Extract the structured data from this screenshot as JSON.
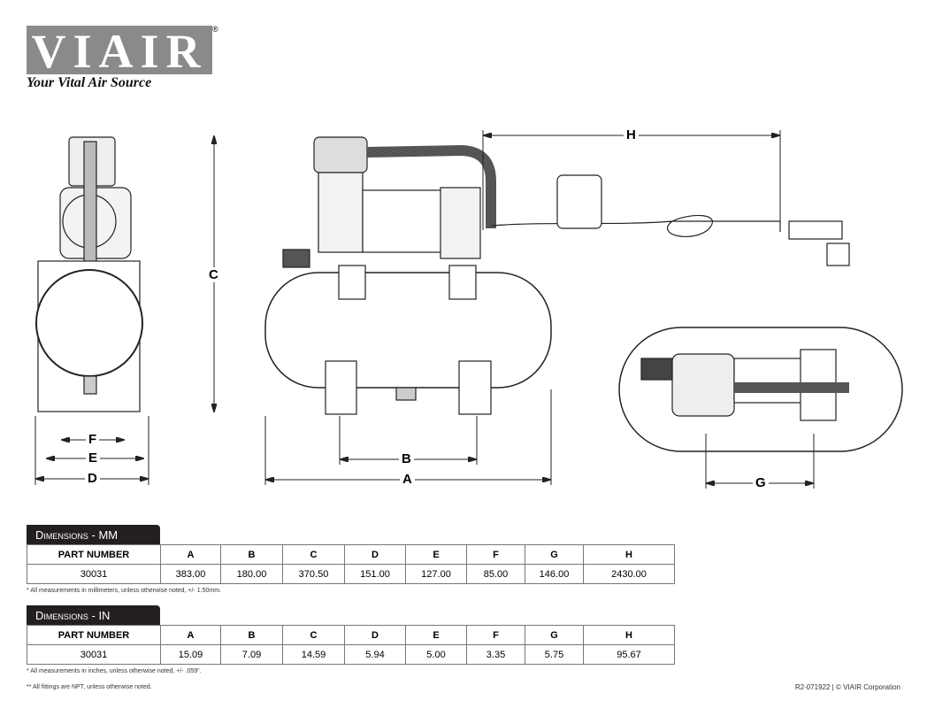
{
  "brand": {
    "name": "VIAIR",
    "tagline": "Your Vital Air Source"
  },
  "dimension_labels": {
    "A": "A",
    "B": "B",
    "C": "C",
    "D": "D",
    "E": "E",
    "F": "F",
    "G": "G",
    "H": "H"
  },
  "tables": [
    {
      "title": "Dimensions - MM",
      "headers": [
        "PART NUMBER",
        "A",
        "B",
        "C",
        "D",
        "E",
        "F",
        "G",
        "H"
      ],
      "row": [
        "30031",
        "383.00",
        "180.00",
        "370.50",
        "151.00",
        "127.00",
        "85.00",
        "146.00",
        "2430.00"
      ],
      "note": "* All measurements in millimeters, unless otherwise noted, +/- 1.50mm."
    },
    {
      "title": "Dimensions - IN",
      "headers": [
        "PART NUMBER",
        "A",
        "B",
        "C",
        "D",
        "E",
        "F",
        "G",
        "H"
      ],
      "row": [
        "30031",
        "15.09",
        "7.09",
        "14.59",
        "5.94",
        "5.00",
        "3.35",
        "5.75",
        "95.67"
      ],
      "note": "* All measurements in inches, unless otherwise noted, +/- .059\"."
    }
  ],
  "fittings_note": "** All fittings are NPT, unless otherwise noted.",
  "footer": "R2-071922 | © VIAIR Corporation"
}
